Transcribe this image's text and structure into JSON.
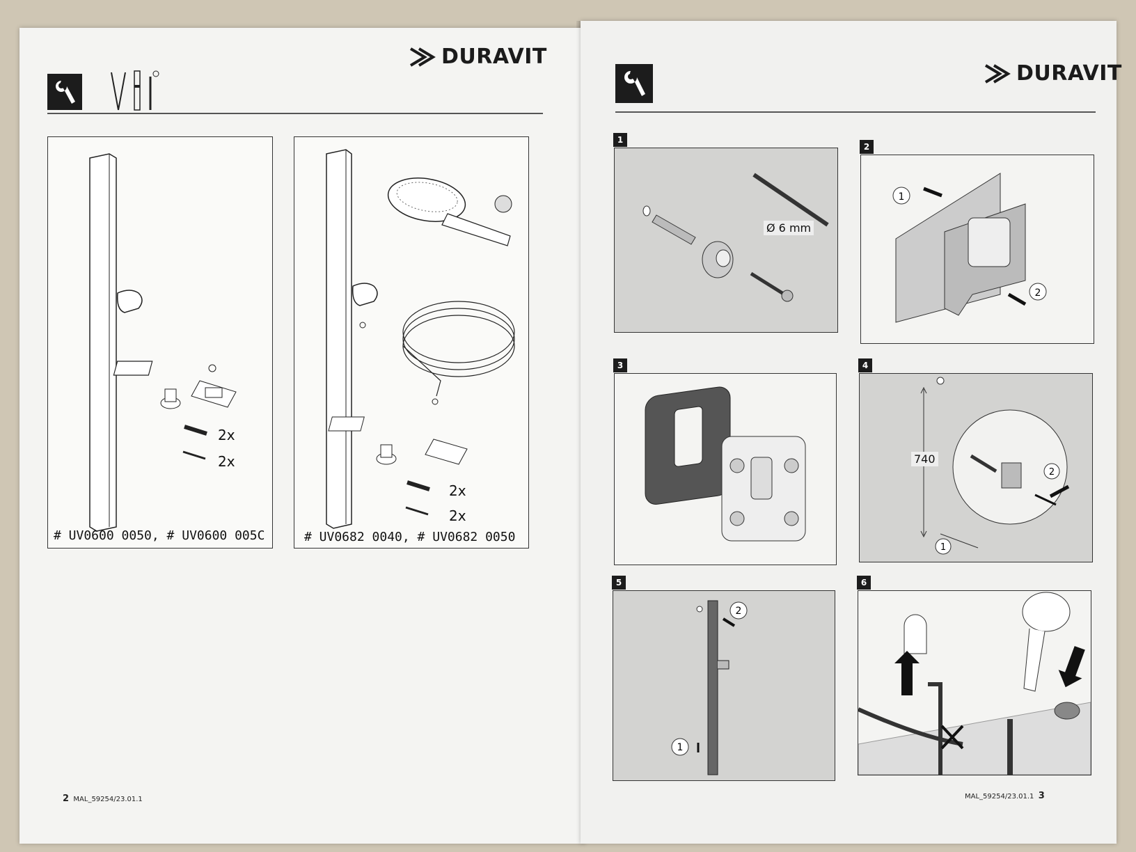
{
  "brand": "DURAVIT",
  "left_page": {
    "variant_a_caption": "# UV0600 0050, # UV0600 005C",
    "variant_b_caption": "# UV0682 0040, # UV0682 0050",
    "qty_dowel": "2x",
    "qty_screw": "2x",
    "page_number": "2",
    "doc_code": "MAL_59254/23.01.1"
  },
  "right_page": {
    "page_number": "3",
    "doc_code": "MAL_59254/23.01.1",
    "steps": [
      {
        "number": "1",
        "label": "Ø 6 mm"
      },
      {
        "number": "2",
        "callouts": [
          "1",
          "2"
        ]
      },
      {
        "number": "3"
      },
      {
        "number": "4",
        "label": "740",
        "callouts": [
          "1",
          "2"
        ]
      },
      {
        "number": "5",
        "callouts": [
          "1",
          "2"
        ]
      },
      {
        "number": "6"
      }
    ]
  }
}
